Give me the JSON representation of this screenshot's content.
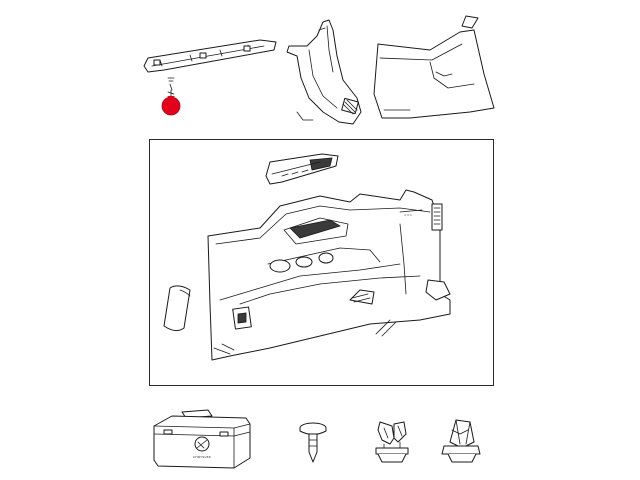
{
  "diagram": {
    "highlight_color": "#e3001b",
    "line_color": "#1a1a1a",
    "kit_brand": "CHRYSLER",
    "parts": [
      {
        "id": "upper-trim-molding",
        "icon": "trim-strip"
      },
      {
        "id": "retainer-clip-highlighted",
        "icon": "push-pin"
      },
      {
        "id": "c-pillar-trim",
        "icon": "pillar-trim"
      },
      {
        "id": "d-pillar-quarter-trim",
        "icon": "quarter-trim"
      },
      {
        "id": "quarter-trim-panel-assembly",
        "icon": "trim-panel"
      },
      {
        "id": "cargo-pad",
        "icon": "pad"
      },
      {
        "id": "tool-kit-case",
        "icon": "case"
      },
      {
        "id": "push-pin-fastener",
        "icon": "pin"
      },
      {
        "id": "clip-retainer-a",
        "icon": "clip"
      },
      {
        "id": "clip-retainer-b",
        "icon": "clip"
      }
    ]
  }
}
